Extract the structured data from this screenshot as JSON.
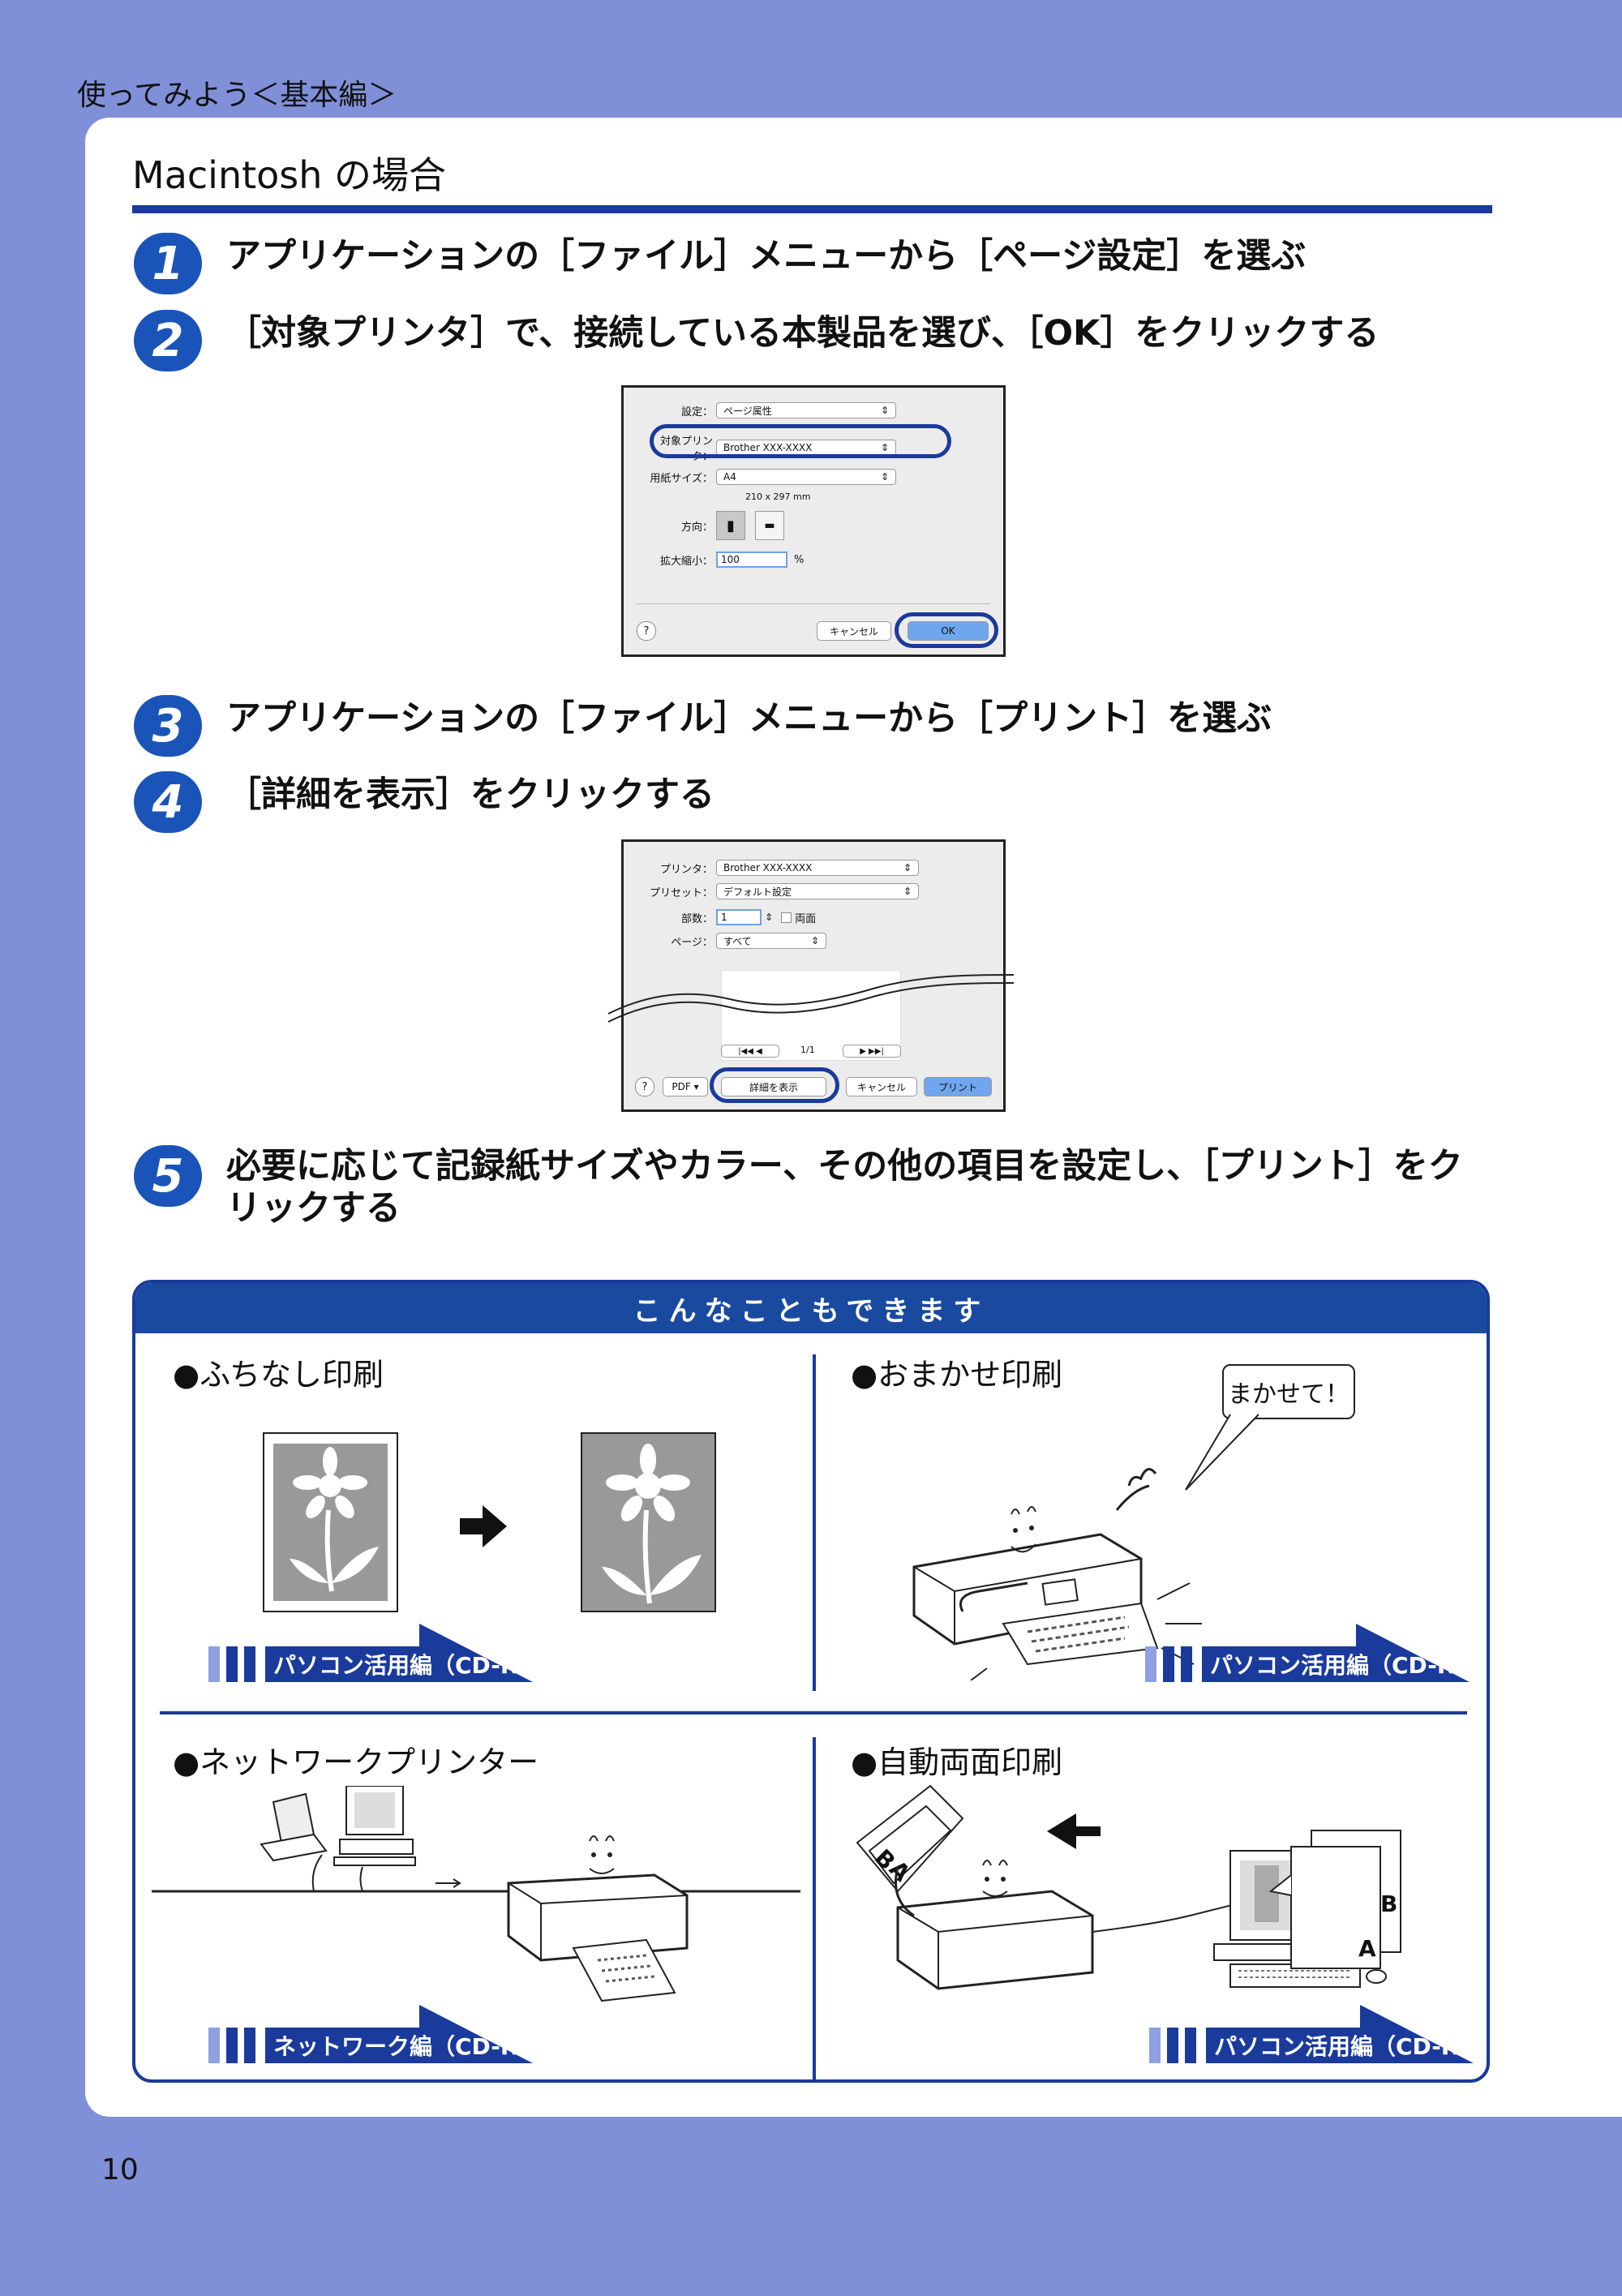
{
  "header": {
    "label": "使ってみよう＜基本編＞"
  },
  "page_number": "10",
  "section": {
    "title": "Macintosh の場合"
  },
  "steps": [
    {
      "num": "1",
      "text": "アプリケーションの［ファイル］メニューから［ページ設定］を選ぶ"
    },
    {
      "num": "2",
      "text": "［対象プリンタ］で、接続している本製品を選び、［OK］をクリックする"
    },
    {
      "num": "3",
      "text": "アプリケーションの［ファイル］メニューから［プリント］を選ぶ"
    },
    {
      "num": "4",
      "text": "［詳細を表示］をクリックする"
    },
    {
      "num": "5",
      "text": "必要に応じて記録紙サイズやカラー、その他の項目を設定し、［プリント］をクリックする"
    }
  ],
  "page_setup_dialog": {
    "setting_label": "設定：",
    "setting_value": "ページ属性",
    "printer_label": "対象プリンタ：",
    "printer_value": "Brother XXX-XXXX",
    "paper_label": "用紙サイズ：",
    "paper_value": "A4",
    "paper_dims": "210 x 297 mm",
    "orientation_label": "方向：",
    "scale_label": "拡大縮小：",
    "scale_value": "100",
    "scale_unit": "%",
    "help": "?",
    "cancel": "キャンセル",
    "ok": "OK"
  },
  "print_dialog": {
    "printer_label": "プリンタ：",
    "printer_value": "Brother XXX-XXXX",
    "preset_label": "プリセット：",
    "preset_value": "デフォルト設定",
    "copies_label": "部数：",
    "copies_value": "1",
    "duplex_label": "両面",
    "pages_label": "ページ：",
    "pages_value": "すべて",
    "page_count": "1/1",
    "help": "?",
    "pdf": "PDF",
    "show_details": "詳細を表示",
    "cancel": "キャンセル",
    "print": "プリント"
  },
  "features": {
    "heading": "こんなこともできます",
    "items": [
      {
        "title": "●ふちなし印刷",
        "ref": "パソコン活用編（CD-ROM）"
      },
      {
        "title": "●おまかせ印刷",
        "ref": "パソコン活用編（CD-ROM）",
        "bubble": "まかせて！"
      },
      {
        "title": "●ネットワークプリンター",
        "ref": "ネットワーク編（CD-ROM）"
      },
      {
        "title": "●自動両面印刷",
        "ref": "パソコン活用編（CD-ROM）",
        "paper_a": "A",
        "paper_b": "B"
      }
    ]
  }
}
